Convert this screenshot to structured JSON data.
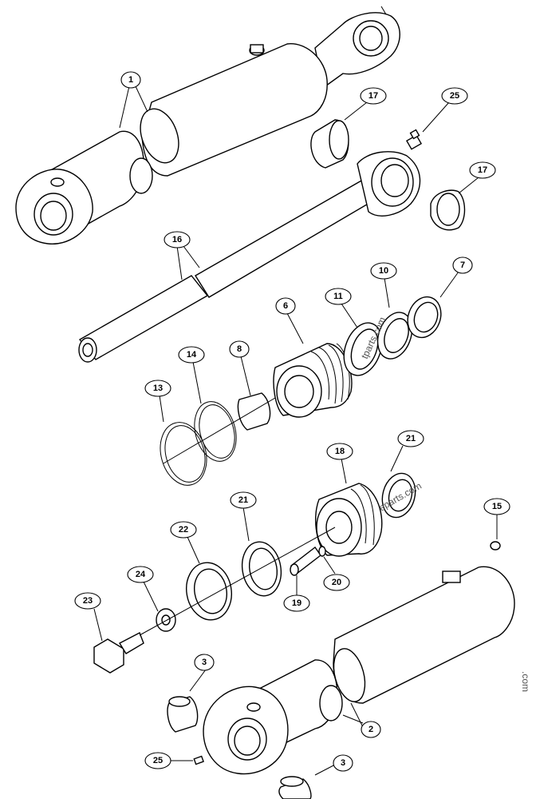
{
  "callouts": [
    {
      "id": "c1",
      "label": "1"
    },
    {
      "id": "c17a",
      "label": "17"
    },
    {
      "id": "c25a",
      "label": "25"
    },
    {
      "id": "c17b",
      "label": "17"
    },
    {
      "id": "c16",
      "label": "16"
    },
    {
      "id": "c10",
      "label": "10"
    },
    {
      "id": "c7",
      "label": "7"
    },
    {
      "id": "c11",
      "label": "11"
    },
    {
      "id": "c6",
      "label": "6"
    },
    {
      "id": "c14",
      "label": "14"
    },
    {
      "id": "c8",
      "label": "8"
    },
    {
      "id": "c13",
      "label": "13"
    },
    {
      "id": "c21a",
      "label": "21"
    },
    {
      "id": "c18",
      "label": "18"
    },
    {
      "id": "c21b",
      "label": "21"
    },
    {
      "id": "c15",
      "label": "15"
    },
    {
      "id": "c22",
      "label": "22"
    },
    {
      "id": "c24",
      "label": "24"
    },
    {
      "id": "c20",
      "label": "20"
    },
    {
      "id": "c19",
      "label": "19"
    },
    {
      "id": "c23",
      "label": "23"
    },
    {
      "id": "c3a",
      "label": "3"
    },
    {
      "id": "c2",
      "label": "2"
    },
    {
      "id": "c25b",
      "label": "25"
    },
    {
      "id": "c3b",
      "label": "3"
    }
  ],
  "watermarks": {
    "a": "tparts.com",
    "b": "eparts.com",
    "c": ".com"
  }
}
